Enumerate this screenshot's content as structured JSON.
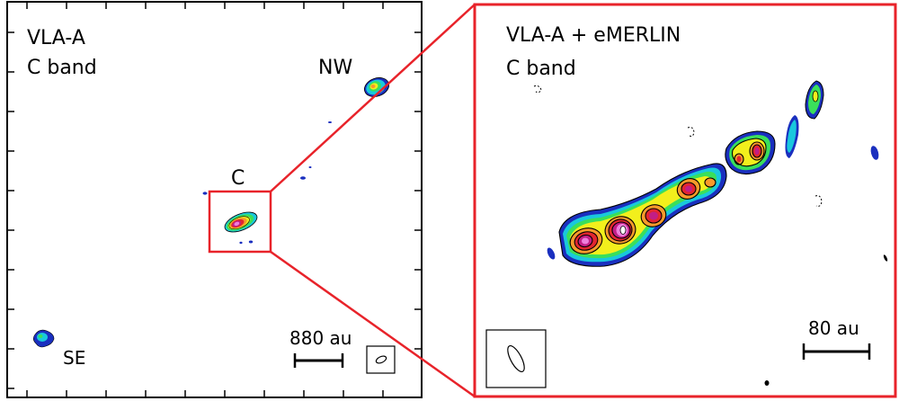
{
  "left_panel": {
    "title_line1": "VLA-A",
    "title_line2": "C band",
    "labels": {
      "nw": "NW",
      "c": "C",
      "se": "SE"
    },
    "scale_label": "880 au"
  },
  "right_panel": {
    "title_line1": "VLA-A + eMERLIN",
    "title_line2": "C band",
    "scale_label": "80 au"
  },
  "colors": {
    "frame": "#000000",
    "zoom_box": "#e8232a",
    "contour": "#000000",
    "emission_low": "#1a2fbf",
    "emission_cyan": "#19c8dd",
    "emission_green": "#3adf5b",
    "emission_yellow": "#f2ef1c",
    "emission_orange": "#f79a2b",
    "emission_red": "#e2262f",
    "emission_magenta": "#c21e86",
    "emission_pink": "#ee7fdc"
  }
}
